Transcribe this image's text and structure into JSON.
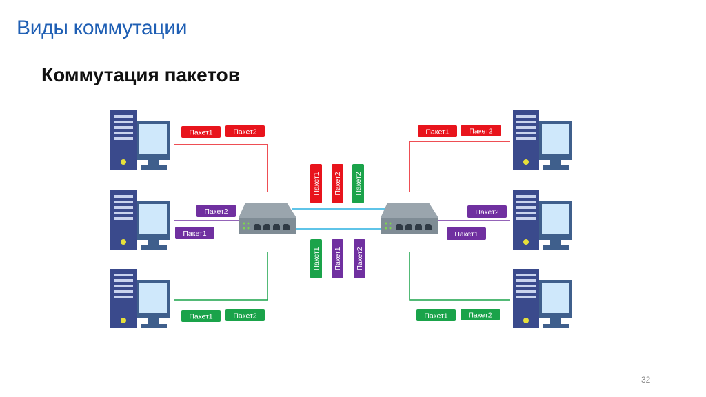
{
  "title": "Виды коммутации",
  "subtitle": "Коммутация пакетов",
  "page_number": "32",
  "colors": {
    "red": "#e8141c",
    "purple": "#7030a0",
    "green": "#1aa34a",
    "cyan_link": "#2ab0e0",
    "computer_blue": "#3a4a8c",
    "monitor_frame": "#3f5f8c",
    "screen": "#cfe8fb",
    "switch_gray": "#7f8c95"
  },
  "packets": {
    "red_left_1": "Пакет1",
    "red_left_2": "Пакет2",
    "red_right_1": "Пакет1",
    "red_right_2": "Пакет2",
    "purple_left_2": "Пакет2",
    "purple_left_1": "Пакет1",
    "purple_right_2": "Пакет2",
    "purple_right_1": "Пакет1",
    "green_left_1": "Пакет1",
    "green_left_2": "Пакет2",
    "green_right_1": "Пакет1",
    "green_right_2": "Пакет2",
    "mid_top_red_1": "Пакет1",
    "mid_top_red_2": "Пакет2",
    "mid_top_green_2": "Пакет2",
    "mid_bot_green_1": "Пакет1",
    "mid_bot_purple_1": "Пакет1",
    "mid_bot_purple_2": "Пакет2"
  }
}
